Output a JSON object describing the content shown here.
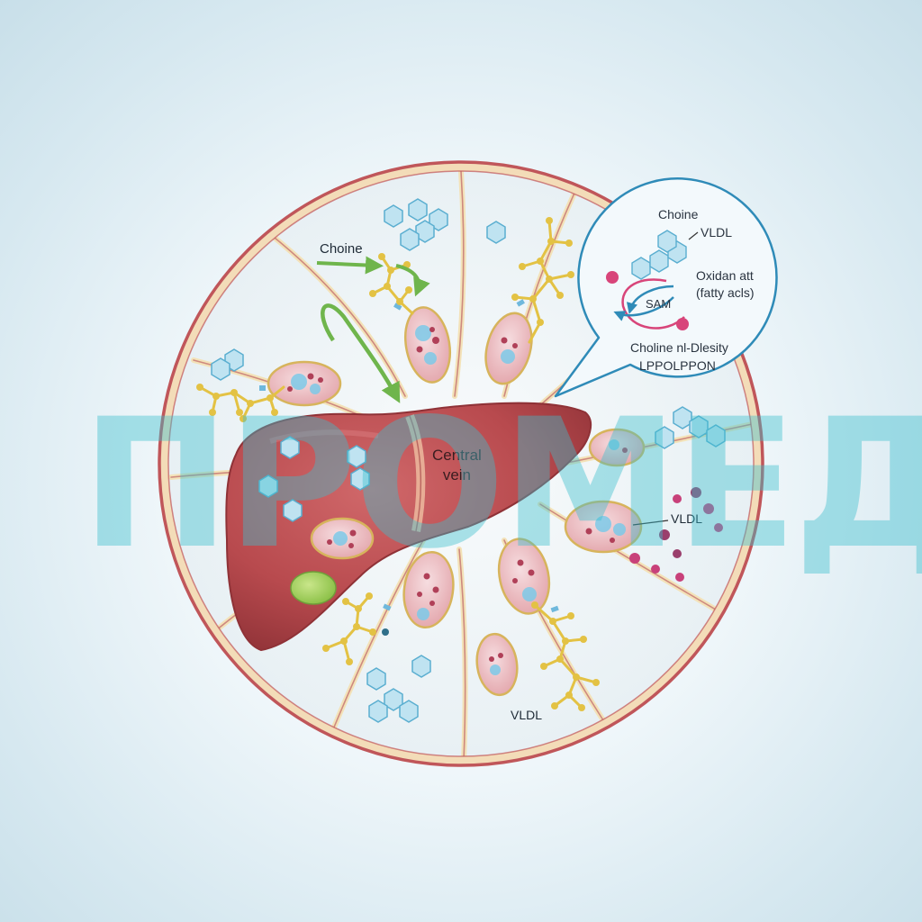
{
  "labels": {
    "choline_left": "Choine",
    "central_vein": "Central\nvein",
    "vldl_right": "VLDL",
    "vldl_bottom": "VLDL"
  },
  "callout": {
    "choline": "Choine",
    "vldl": "VLDL",
    "oxidation_line1": "Oxidan att",
    "oxidation_line2": "(fatty acls)",
    "sam": "SAM",
    "footer_line1": "Choline nl-Dlesity",
    "footer_line2": "LPPOLPPON"
  },
  "watermark": "ПРОМЕД",
  "colors": {
    "liver": "#b84a4e",
    "lobule_border": "#c0565a",
    "hepatocyte_fill": "#f1f6f9",
    "septa": "#f3e2b8",
    "choline_molecule": "#e3c244",
    "hexagon": "#a7d8ec",
    "arrow_green": "#6fb54c",
    "callout_border": "#2f8bb8",
    "gallbladder": "#9ccf55"
  }
}
